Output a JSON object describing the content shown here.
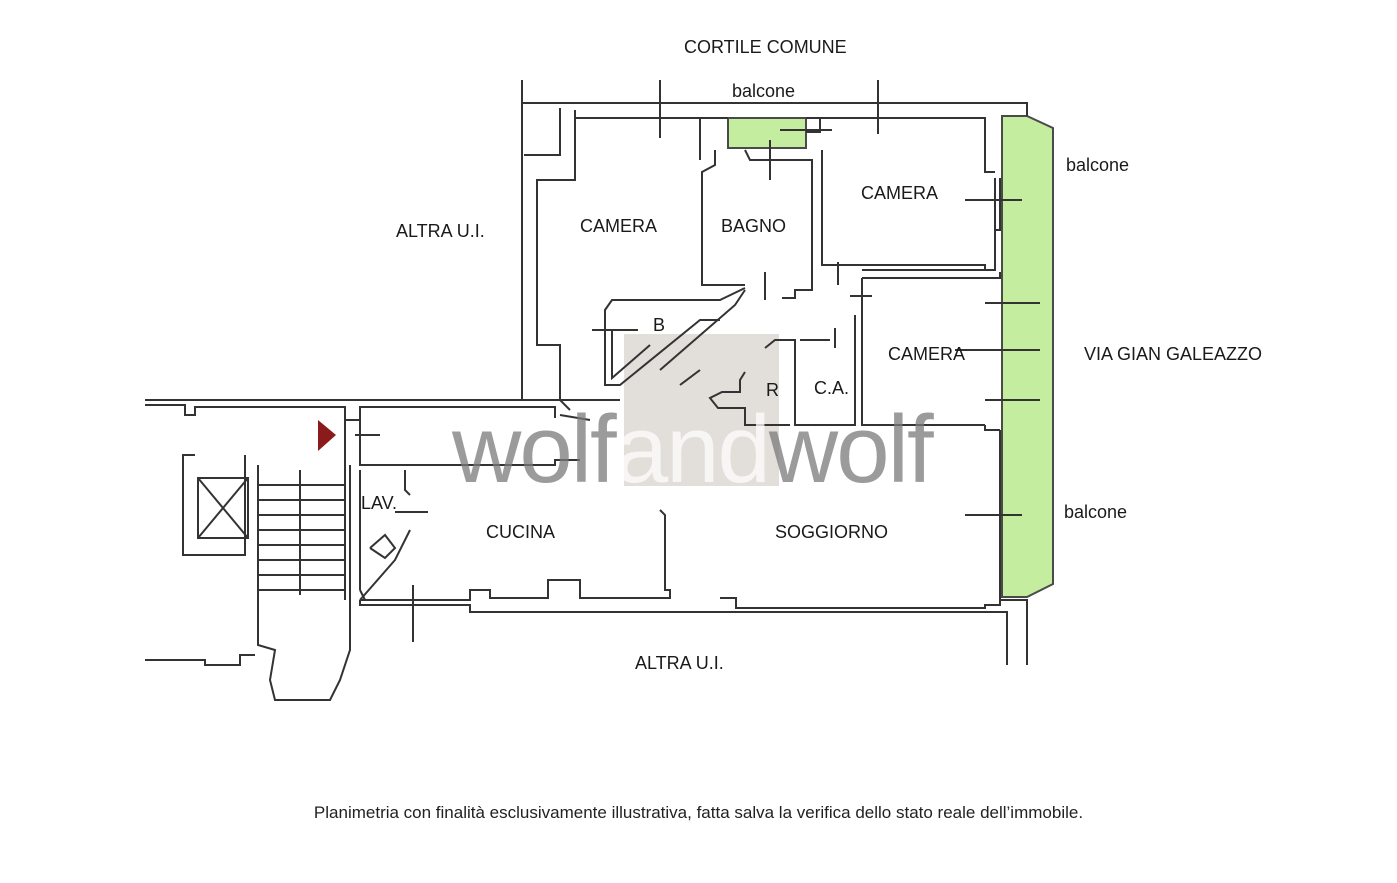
{
  "labels": {
    "cortile": "CORTILE COMUNE",
    "balcone_top": "balcone",
    "balcone_right_top": "balcone",
    "balcone_right_bottom": "balcone",
    "altra_ui_left": "ALTRA U.I.",
    "altra_ui_bottom": "ALTRA U.I.",
    "via": "VIA GIAN GALEAZZO"
  },
  "rooms": {
    "camera_left": "CAMERA",
    "bagno": "BAGNO",
    "camera_top_right": "CAMERA",
    "camera_mid_right": "CAMERA",
    "b": "B",
    "r": "R",
    "ca": "C.A.",
    "lav": "LAV.",
    "cucina": "CUCINA",
    "soggiorno": "SOGGIORNO"
  },
  "watermark": {
    "left": "wolf",
    "mid": "and",
    "right": "wolf"
  },
  "caption": "Planimetria con finalità esclusivamente illustrativa, fatta salva la verifica dello stato reale dell’immobile.",
  "colors": {
    "balcony": "#c4eda0",
    "balcony_stroke": "#4a4a4a",
    "wall": "#333333",
    "entrance_marker": "#8b1a1a",
    "watermark_box": "#ddd8d4"
  }
}
